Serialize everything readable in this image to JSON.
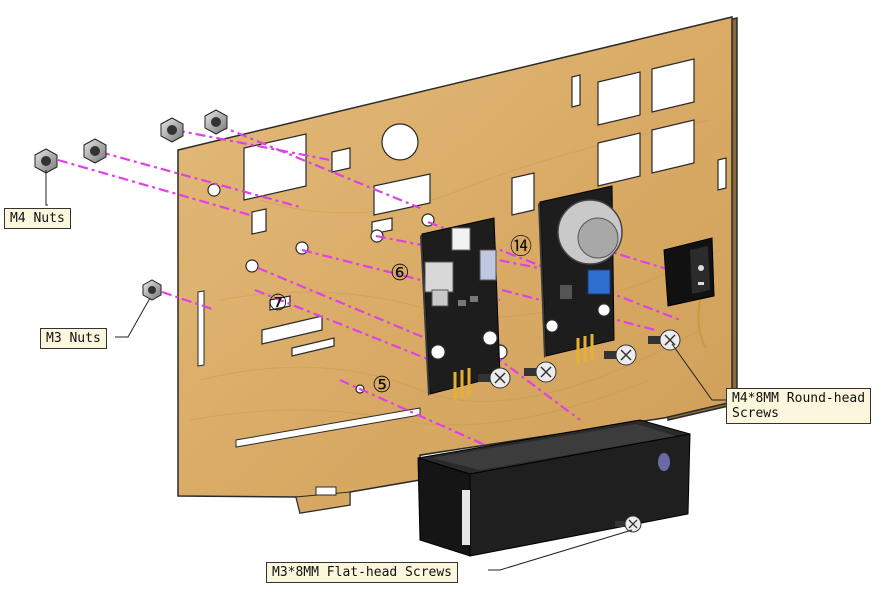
{
  "labels": {
    "m4_nuts": "M4 Nuts",
    "m3_nuts": "M3 Nuts",
    "m4_screws": "M4*8MM Round-head\nScrews",
    "m3_screws": "M3*8MM Flat-head Screws"
  },
  "step_numbers": {
    "n5": "⑤",
    "n6": "⑥",
    "n7": "⑦",
    "n14": "⑭"
  },
  "colors": {
    "board": "#dcae6a",
    "board_edge": "#2a2a2a",
    "guide_line": "#e040e8",
    "pcb": "#1d1d1d",
    "callout_bg": "#fbf6dc"
  }
}
